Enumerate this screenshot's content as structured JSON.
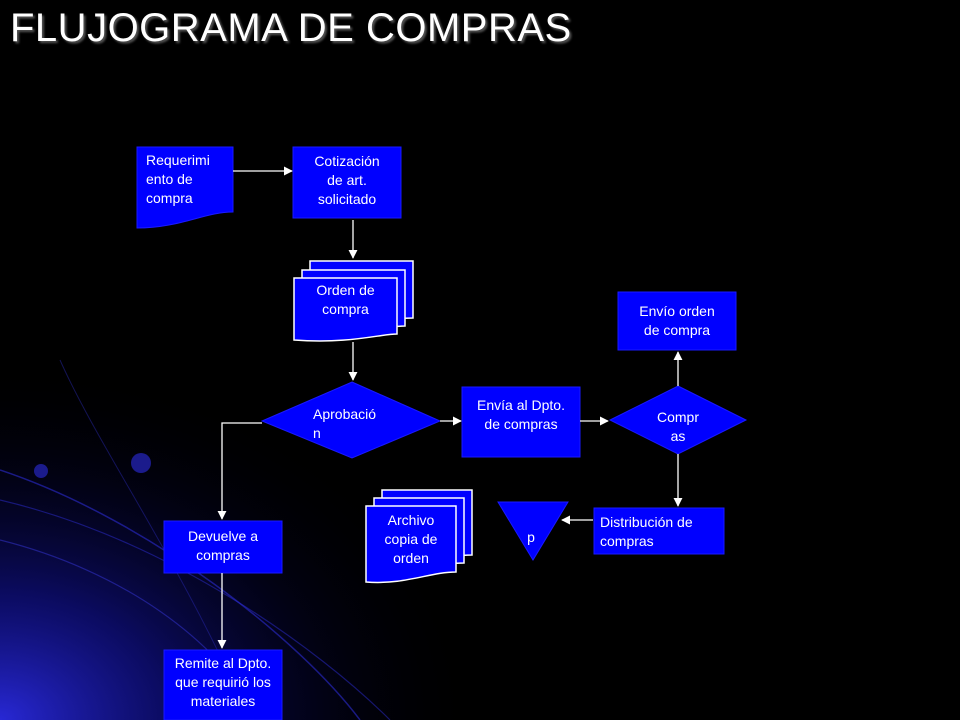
{
  "title": "FLUJOGRAMA DE COMPRAS",
  "colors": {
    "background": "#000000",
    "node_fill": "#0000ff",
    "node_stroke": "#1a1aff",
    "arrow": "#ffffff",
    "text": "#ffffff"
  },
  "nodes": {
    "requerimiento": "Requerimi\nento de\ncompra",
    "cotizacion": "Cotización\nde art.\nsolicitado",
    "orden": "Orden de\ncompra",
    "aprobacion": "Aprobació\nn",
    "envia_dpto": "Envía al Dpto.\nde compras",
    "compras_decision": "Compr\nas",
    "envio_orden": "Envío orden\nde compra",
    "distribucion": "Distribución de\ncompras",
    "archivo_p": "p",
    "archivo_copia": "Archivo\ncopia de\norden",
    "devuelve": "Devuelve a\ncompras",
    "remite": "Remite al Dpto.\nque requirió los\nmateriales"
  }
}
